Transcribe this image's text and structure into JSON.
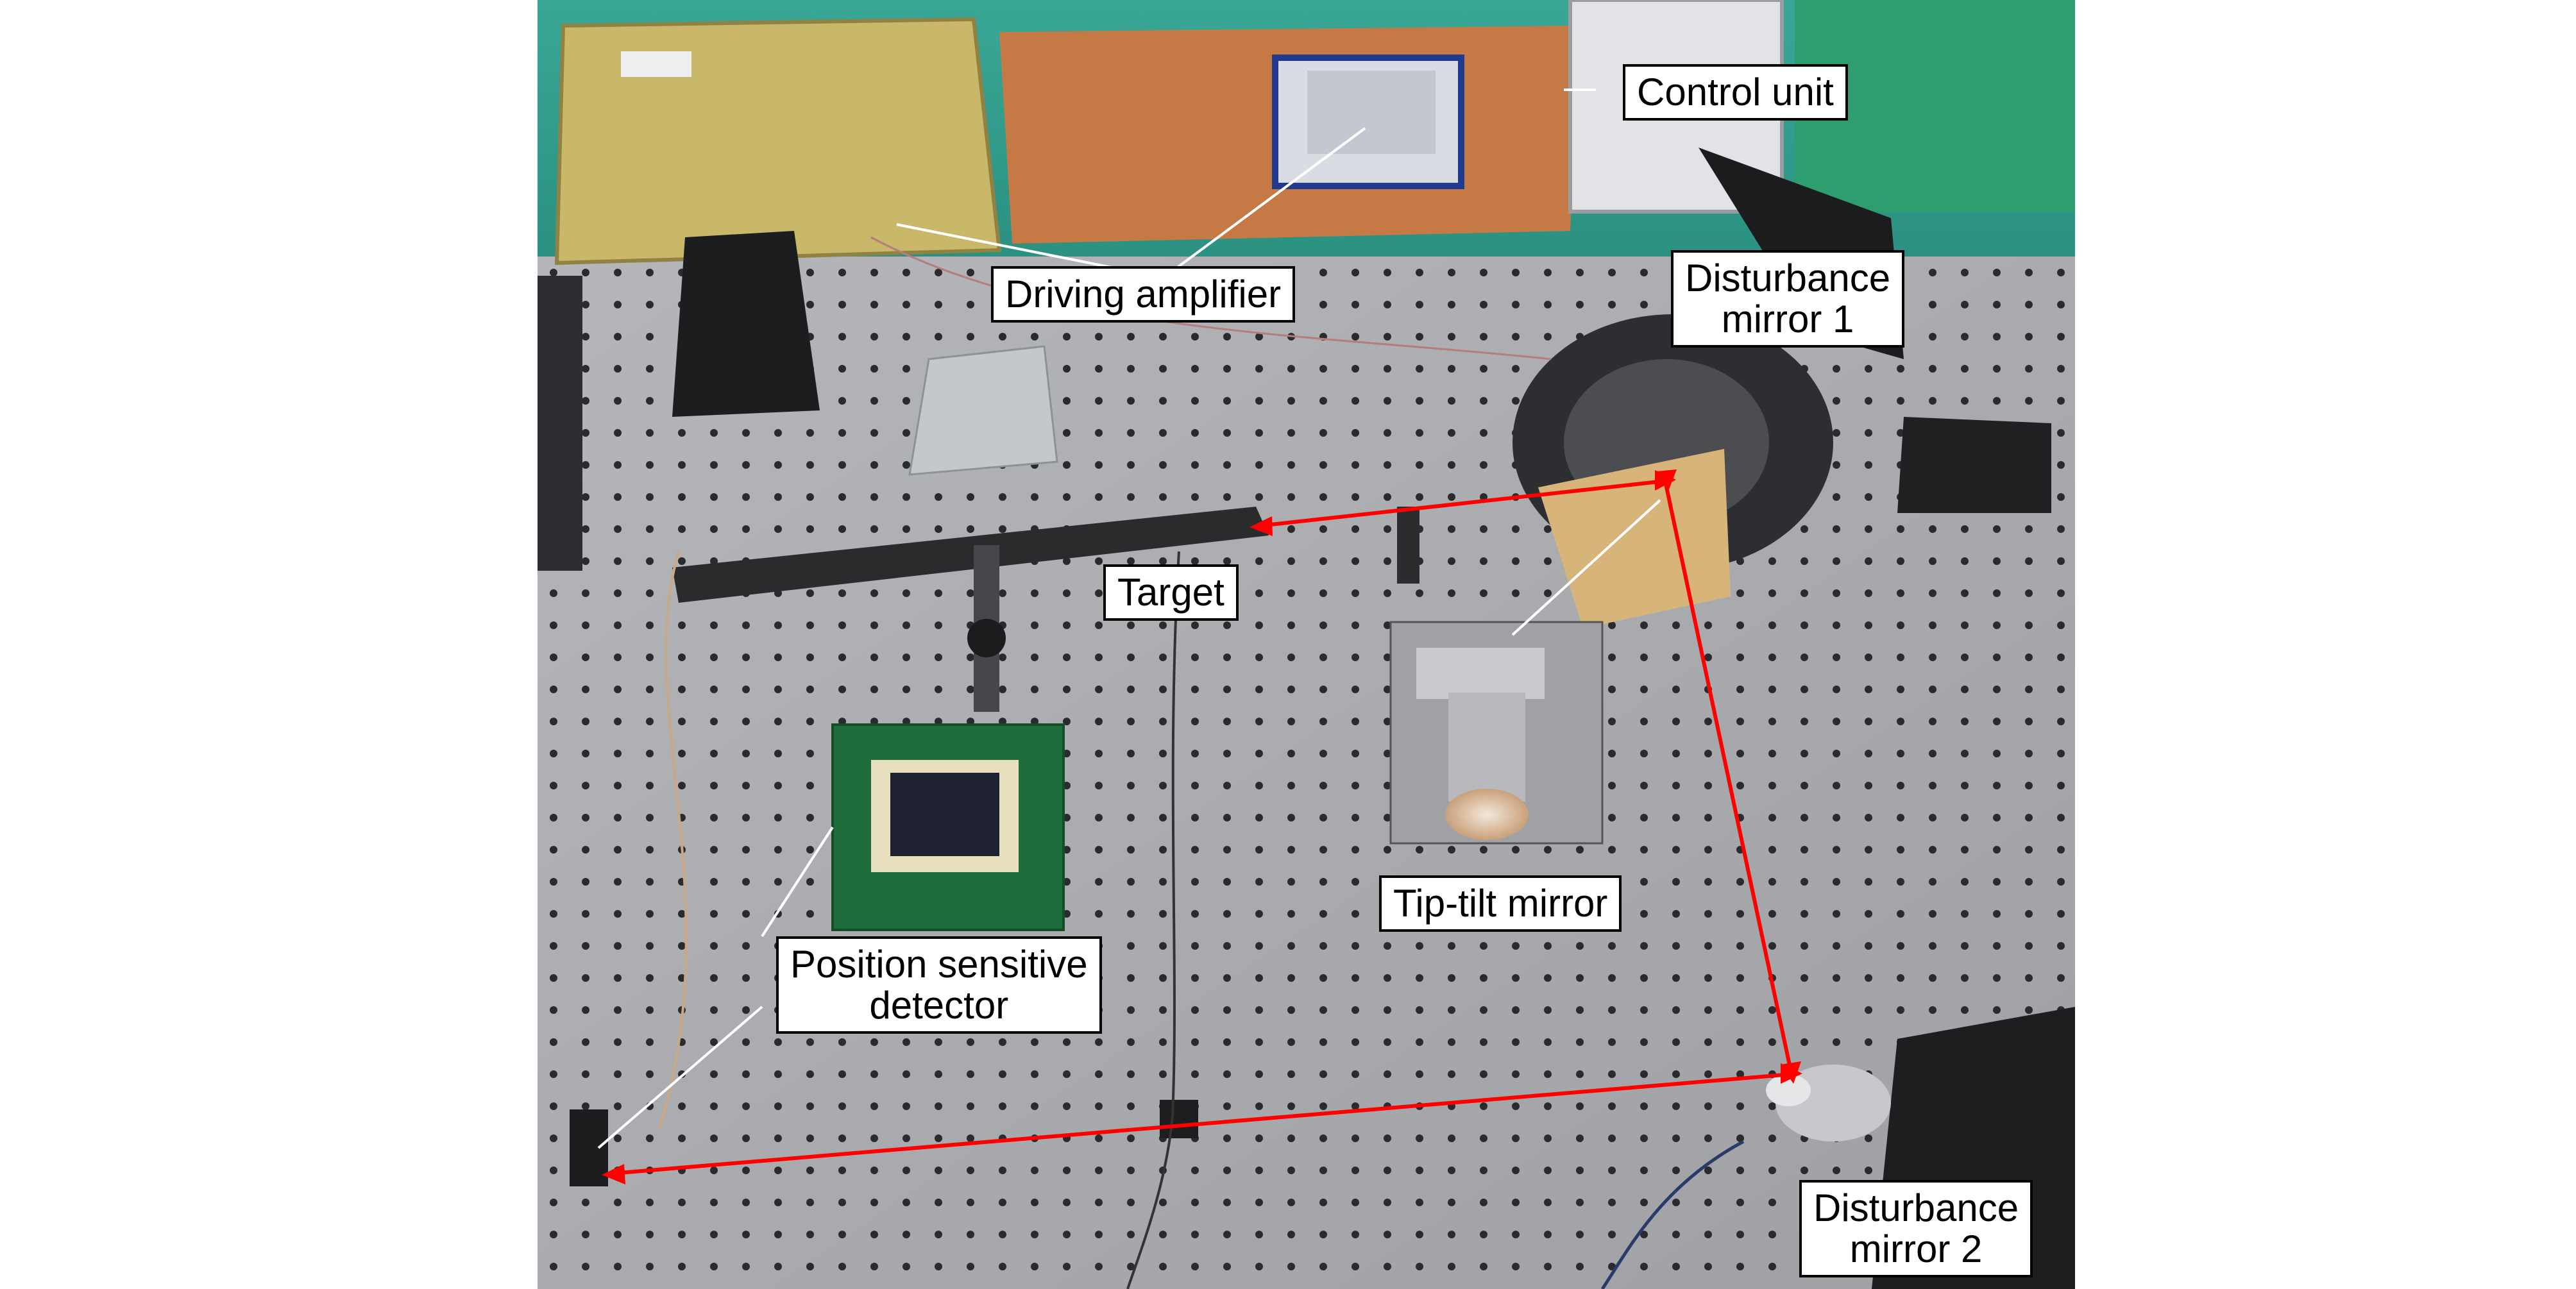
{
  "labels": {
    "control_unit": "Control unit",
    "driving_amplifier": "Driving amplifier",
    "disturbance_mirror_1_line1": "Disturbance",
    "disturbance_mirror_1_line2": "mirror 1",
    "target": "Target",
    "tip_tilt_mirror": "Tip-tilt mirror",
    "psd_line1": "Position sensitive",
    "psd_line2": "detector",
    "disturbance_mirror_2_line1": "Disturbance",
    "disturbance_mirror_2_line2": "mirror 2"
  },
  "colors": {
    "background_wall": "#2f9c8c",
    "optical_table": "#a9abaf",
    "table_holes": "#2a2b2e",
    "laser_path": "#ff0000",
    "leader_lines": "#ffffff",
    "label_border": "#000000"
  }
}
